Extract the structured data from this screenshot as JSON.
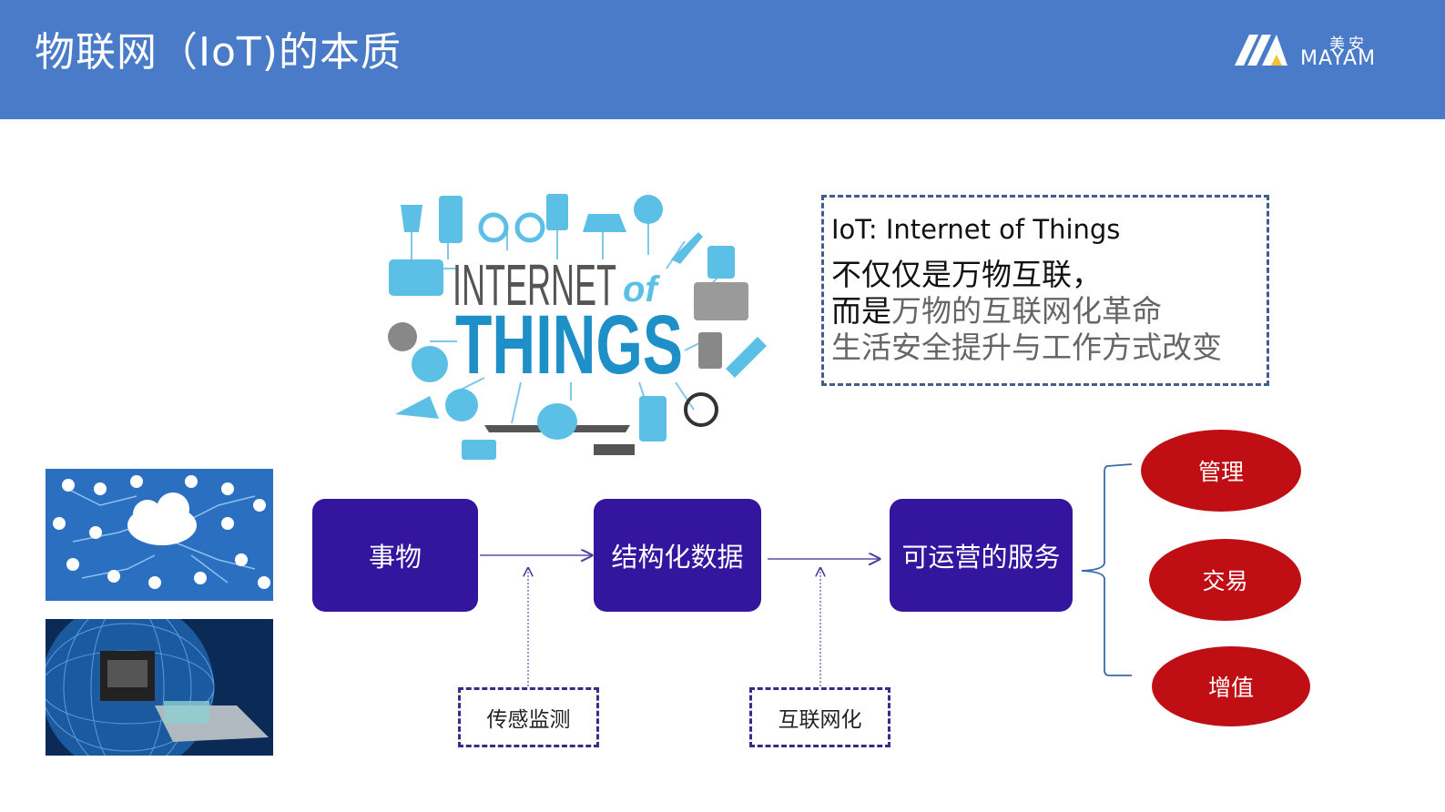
{
  "header": {
    "title": "物联网（IoT)的本质",
    "logo_cn": "美安",
    "logo_en": "MAYAM"
  },
  "illustration": {
    "word_internet": "INTERNET",
    "word_of": "of",
    "word_things": "THINGS"
  },
  "callout": {
    "line1": "IoT: Internet of Things",
    "line2": "不仅仅是万物互联，",
    "line3_prefix": "而是",
    "line3_rest": "万物的互联网化革命",
    "line4": "生活安全提升与工作方式改变"
  },
  "flow": {
    "node1": "事物",
    "node2": "结构化数据",
    "node3": "可运营的服务",
    "input1": "传感监测",
    "input2": "互联网化"
  },
  "outcomes": [
    "管理",
    "交易",
    "增值"
  ],
  "colors": {
    "header_bg": "#4a7bc8",
    "node_bg": "#33159e",
    "outcome_bg": "#c00f14",
    "iot_blue": "#5bbfe6",
    "things_blue": "#1f8fc7"
  }
}
